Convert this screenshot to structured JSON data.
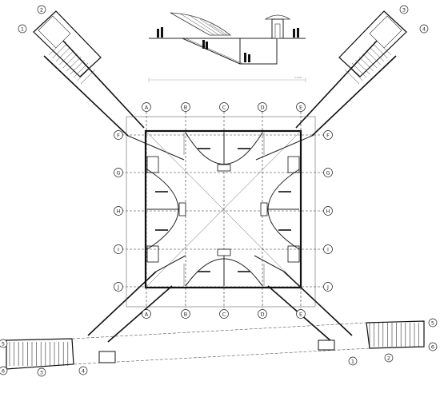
{
  "grid": {
    "cols": [
      "A",
      "B",
      "C",
      "D",
      "E"
    ],
    "rows": [
      "F",
      "G",
      "H",
      "I",
      "J"
    ]
  },
  "markers": [
    "1",
    "2",
    "3",
    "4",
    "5",
    "6"
  ],
  "section": {
    "scale_label": "1:100"
  }
}
